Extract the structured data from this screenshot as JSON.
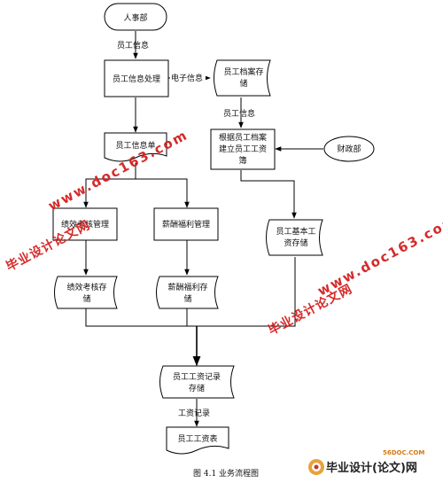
{
  "diagram": {
    "nodes": {
      "hr_dept": "人事部",
      "emp_info_proc": "员工信息处理",
      "archive_store": [
        "员工档案存",
        "储"
      ],
      "emp_info_doc": "员工信息单",
      "build_salary": [
        "根据员工档案",
        "建立员工工资",
        "簿"
      ],
      "finance": "财政部",
      "perf_mgmt": "绩效考核管理",
      "salary_welfare": "薪酬福利管理",
      "basic_salary_store": [
        "员工基本工",
        "资存储"
      ],
      "perf_store": [
        "绩效考核存",
        "储"
      ],
      "welfare_store": [
        "薪酬福利存",
        "储"
      ],
      "salary_record_store": [
        "员工工资记录",
        "存储"
      ],
      "salary_table": "员工工资表"
    },
    "edges": {
      "emp_info_1": "员工信息",
      "electronic_info": "电子信息",
      "emp_info_2": "员工信息",
      "salary_record": "工资记录"
    },
    "caption": "图 4.1  业务流程图"
  },
  "watermarks": {
    "url": "www.doc163.com",
    "cn": "毕业设计论文网",
    "logo_small": "56DOC.COM",
    "logo_main": "毕业设计(论文)网"
  }
}
